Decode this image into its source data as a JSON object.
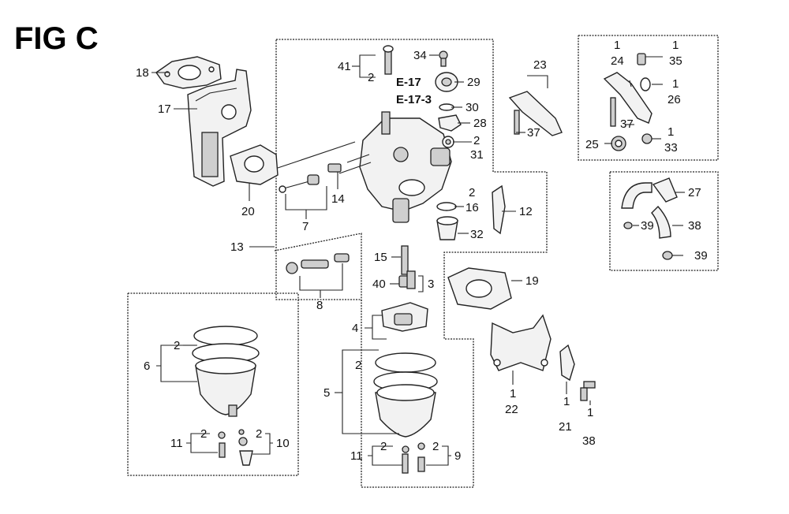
{
  "figure": {
    "title": "FIG C"
  },
  "reference_labels": [
    "E-17",
    "E-17-3"
  ],
  "callouts": [
    {
      "id": "c18",
      "text": "18"
    },
    {
      "id": "c17",
      "text": "17"
    },
    {
      "id": "c20",
      "text": "20"
    },
    {
      "id": "c13",
      "text": "13"
    },
    {
      "id": "c41",
      "text": "41"
    },
    {
      "id": "q41",
      "text": "2"
    },
    {
      "id": "c34",
      "text": "34"
    },
    {
      "id": "c29",
      "text": "29"
    },
    {
      "id": "c30",
      "text": "30"
    },
    {
      "id": "c28",
      "text": "28"
    },
    {
      "id": "q31",
      "text": "2"
    },
    {
      "id": "c31",
      "text": "31"
    },
    {
      "id": "c7",
      "text": "7"
    },
    {
      "id": "c14",
      "text": "14"
    },
    {
      "id": "q16",
      "text": "2"
    },
    {
      "id": "c16",
      "text": "16"
    },
    {
      "id": "c12",
      "text": "12"
    },
    {
      "id": "c32",
      "text": "32"
    },
    {
      "id": "c8",
      "text": "8"
    },
    {
      "id": "c15",
      "text": "15"
    },
    {
      "id": "c40",
      "text": "40"
    },
    {
      "id": "c3",
      "text": "3"
    },
    {
      "id": "c4",
      "text": "4"
    },
    {
      "id": "c19",
      "text": "19"
    },
    {
      "id": "c23",
      "text": "23"
    },
    {
      "id": "c37a",
      "text": "37"
    },
    {
      "id": "q24",
      "text": "1"
    },
    {
      "id": "c24",
      "text": "24"
    },
    {
      "id": "q35",
      "text": "1"
    },
    {
      "id": "c35",
      "text": "35"
    },
    {
      "id": "q26",
      "text": "1"
    },
    {
      "id": "c26",
      "text": "26"
    },
    {
      "id": "c37b",
      "text": "37"
    },
    {
      "id": "q33",
      "text": "1"
    },
    {
      "id": "c33",
      "text": "33"
    },
    {
      "id": "c25",
      "text": "25"
    },
    {
      "id": "c27",
      "text": "27"
    },
    {
      "id": "c38a",
      "text": "38"
    },
    {
      "id": "c39a",
      "text": "39"
    },
    {
      "id": "c39b",
      "text": "39"
    },
    {
      "id": "q6",
      "text": "2"
    },
    {
      "id": "c6",
      "text": "6"
    },
    {
      "id": "q11a",
      "text": "2"
    },
    {
      "id": "c11a",
      "text": "11"
    },
    {
      "id": "q10",
      "text": "2"
    },
    {
      "id": "c10",
      "text": "10"
    },
    {
      "id": "q5",
      "text": "2"
    },
    {
      "id": "c5",
      "text": "5"
    },
    {
      "id": "q11b",
      "text": "2"
    },
    {
      "id": "c11b",
      "text": "11"
    },
    {
      "id": "q9",
      "text": "2"
    },
    {
      "id": "c9",
      "text": "9"
    },
    {
      "id": "q22",
      "text": "1"
    },
    {
      "id": "c22",
      "text": "22"
    },
    {
      "id": "q21",
      "text": "1"
    },
    {
      "id": "c21",
      "text": "21"
    },
    {
      "id": "q38",
      "text": "1"
    },
    {
      "id": "c38b",
      "text": "38"
    }
  ],
  "icons": [
    "gasket-icon",
    "bracket-icon",
    "carburetor-icon",
    "float-bowl-icon",
    "float-icon",
    "lever-icon",
    "hose-icon",
    "screw-icon",
    "spring-icon",
    "clamp-icon"
  ]
}
